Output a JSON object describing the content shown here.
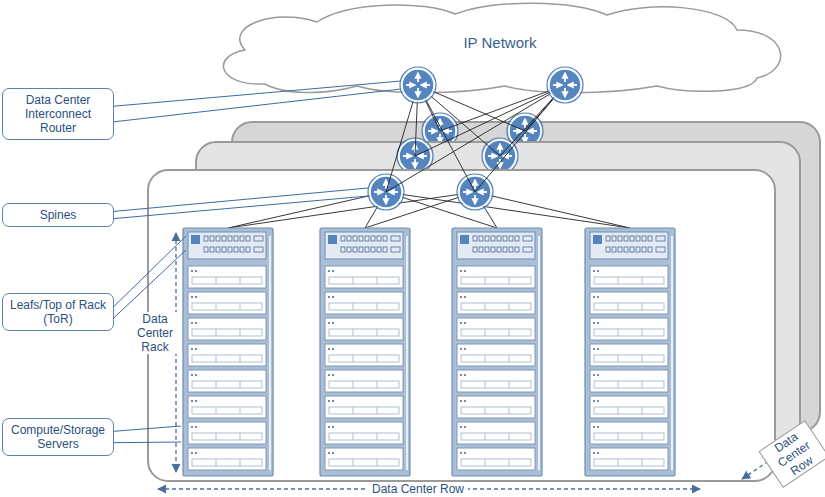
{
  "diagram": {
    "nodes": [
      {
        "text": [
          "IP Network"
        ]
      },
      {
        "text": [
          "Data Center Interconnect Router"
        ]
      },
      {
        "text": [
          "Spines"
        ]
      },
      {
        "text": [
          "Leafs/Top of Rack (ToR)"
        ]
      },
      {
        "text": [
          "Compute/Storage Servers"
        ]
      }
    ],
    "labels": [
      "Data Center Rack",
      "Data Center Row",
      "Data Center Row"
    ]
  }
}
